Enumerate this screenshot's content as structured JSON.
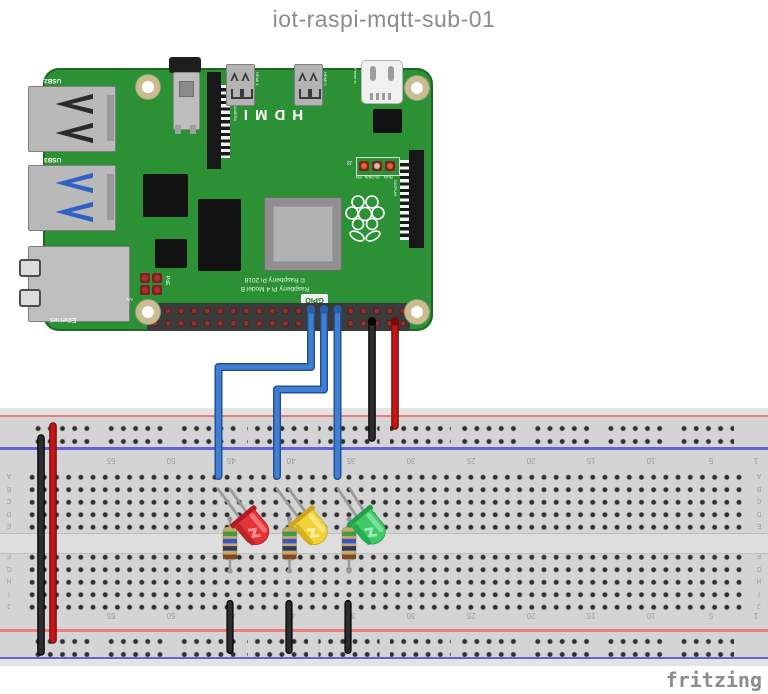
{
  "title": "iot-raspi-mqtt-sub-01",
  "watermark": "fritzing",
  "raspberry_pi": {
    "board_name": "Raspberry Pi 4 Model B",
    "labels": {
      "usb2": "USB2",
      "usb3": "USB3",
      "ethernet": "Ethernet",
      "hdmi": "HDMI",
      "hdmi1": "HDMI 1",
      "hdmi0": "HDMI 0",
      "power_in": "Power In",
      "camera": "CAMERA",
      "display": "DISPLAY",
      "j2": "J2",
      "global_en": "GLOBAL_EN",
      "run": "RUN",
      "poe": "PoE",
      "av": "A/V",
      "gpio": "GPIO",
      "board_line1": "Raspberry Pi 4 Model B",
      "board_line2": "© Raspberry Pi 2018"
    },
    "colors": {
      "pcb": "#2b9134"
    }
  },
  "breadboard": {
    "column_labels": [
      "55",
      "50",
      "45",
      "40",
      "35",
      "30",
      "25",
      "20",
      "15",
      "10",
      "5",
      "1"
    ],
    "row_labels_top": [
      "A",
      "B",
      "C",
      "D",
      "E"
    ],
    "row_labels_bottom": [
      "F",
      "G",
      "H",
      "I",
      "J"
    ],
    "rail_positive_color": "#ef7d7d",
    "rail_negative_color": "#6262dd"
  },
  "components": {
    "leds": [
      {
        "name": "red-led",
        "color_name": "red",
        "body": "#e23438",
        "dark": "#b11b20",
        "light": "#ff9f9f"
      },
      {
        "name": "yellow-led",
        "color_name": "yellow",
        "body": "#f1d338",
        "dark": "#cfa51a",
        "light": "#fcf2ae"
      },
      {
        "name": "green-led",
        "color_name": "green",
        "body": "#3fca68",
        "dark": "#23a04a",
        "light": "#aaf0c2"
      }
    ],
    "resistor": {
      "body": "#c9a867",
      "lead": "#9a9a9a",
      "bands": [
        "#3f9b44",
        "#3b57c4",
        "#2c3a63",
        "#7a4a2a"
      ]
    },
    "wires": {
      "blue": "#3f7ed0",
      "blue_dark": "#1e4e95",
      "blue_dot": "#2a5fb0",
      "black": "#2d2d2d",
      "black_dark": "#060606",
      "red": "#c41616",
      "red_dark": "#7c0a0a",
      "leg_gray": "#9a9a9a"
    }
  }
}
